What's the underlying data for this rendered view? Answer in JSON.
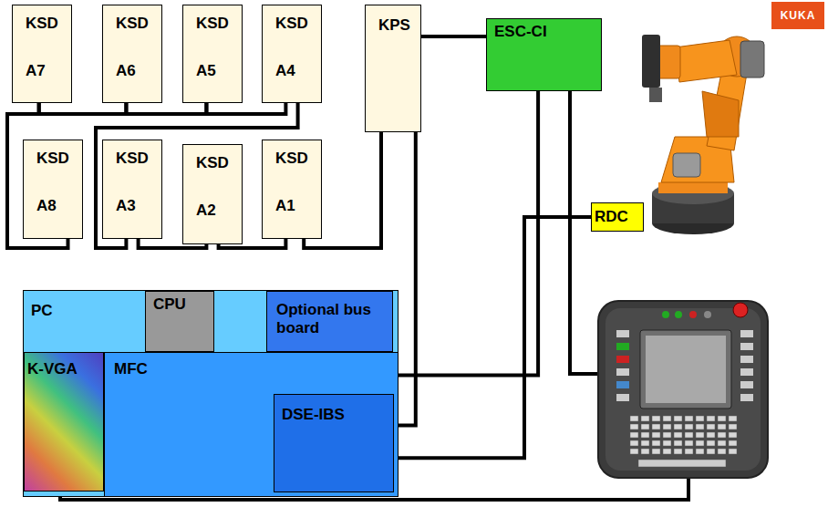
{
  "diagram": {
    "nodes": [
      {
        "text": [
          "KSD",
          "A7"
        ]
      },
      {
        "text": [
          "KSD",
          "A6"
        ]
      },
      {
        "text": [
          "KSD",
          "A5"
        ]
      },
      {
        "text": [
          "KSD",
          "A4"
        ]
      },
      {
        "text": [
          "KPS"
        ]
      },
      {
        "text": [
          "ESC-CI"
        ]
      },
      {
        "text": [
          "KSD",
          "A8"
        ]
      },
      {
        "text": [
          "KSD",
          "A3"
        ]
      },
      {
        "text": [
          "KSD",
          "A2"
        ]
      },
      {
        "text": [
          "KSD",
          "A1"
        ]
      },
      {
        "text": [
          "RDC"
        ]
      },
      {
        "text": [
          "PC"
        ]
      },
      {
        "text": [
          "CPU"
        ],
        "in": 11
      },
      {
        "text": [
          "Optional bus board"
        ],
        "in": 11
      },
      {
        "text": [
          "K-VGA"
        ],
        "in": 11
      },
      {
        "text": [
          "MFC"
        ],
        "in": 11
      },
      {
        "text": [
          "DSE-IBS"
        ],
        "in": 15
      }
    ],
    "edges": [
      {
        "from": 0,
        "to": 1,
        "arrow": "none"
      },
      {
        "from": 1,
        "to": 2,
        "arrow": "none"
      },
      {
        "from": 2,
        "to": 3,
        "arrow": "none"
      },
      {
        "from": 0,
        "to": 6,
        "arrow": "none"
      },
      {
        "from": 3,
        "to": 7,
        "arrow": "none"
      },
      {
        "from": 7,
        "to": 8,
        "arrow": "none"
      },
      {
        "from": 8,
        "to": 9,
        "arrow": "none"
      },
      {
        "from": 9,
        "to": 4,
        "arrow": "none"
      },
      {
        "from": 4,
        "to": 5,
        "arrow": "none"
      },
      {
        "from": 4,
        "to": 16,
        "arrow": "none"
      },
      {
        "from": 5,
        "to": 15,
        "arrow": "none"
      },
      {
        "from": 10,
        "to": 16,
        "arrow": "none"
      }
    ],
    "labels": [
      "KUKA"
    ]
  }
}
